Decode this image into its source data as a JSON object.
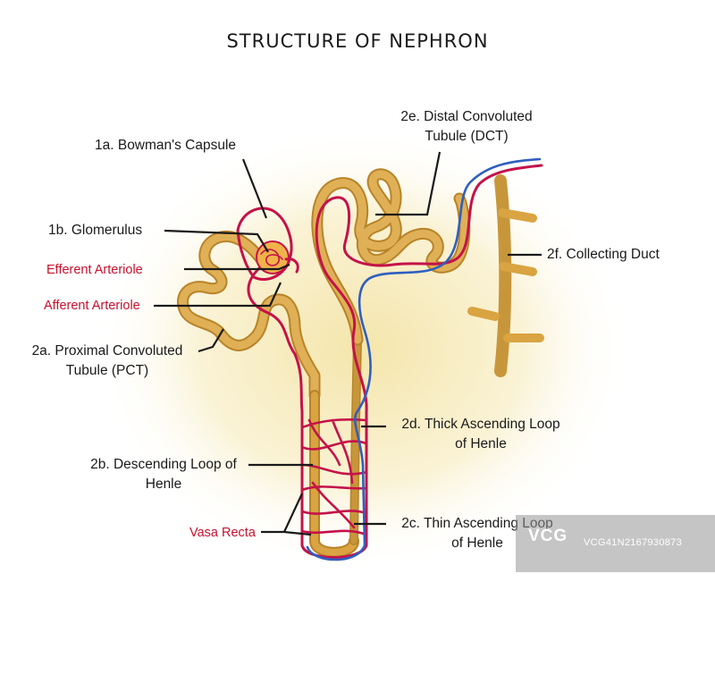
{
  "title": "STRUCTURE OF NEPHRON",
  "labels": {
    "bowmans_capsule": "1a. Bowman's Capsule",
    "glomerulus": "1b. Glomerulus",
    "efferent_arteriole": "Efferent Arteriole",
    "afferent_arteriole": "Afferent Arteriole",
    "pct_line1": "2a. Proximal Convoluted",
    "pct_line2": "Tubule (PCT)",
    "descending_line1": "2b. Descending Loop of",
    "descending_line2": "Henle",
    "vasa_recta": "Vasa Recta",
    "dct_line1": "2e. Distal Convoluted",
    "dct_line2": "Tubule (DCT)",
    "collecting_duct": "2f. Collecting Duct",
    "thick_line1": "2d. Thick Ascending Loop",
    "thick_line2": "of Henle",
    "thin_line1": "2c. Thin Ascending Loop",
    "thin_line2": "of Henle"
  },
  "watermark": {
    "logo": "VCG",
    "code": "VCG41N2167930873"
  },
  "colors": {
    "tubule": "#d9a441",
    "tubule_edge": "#b88328",
    "artery": "#c4124a",
    "vein": "#2f5fbf",
    "background_glow": "#f6e9b8"
  }
}
